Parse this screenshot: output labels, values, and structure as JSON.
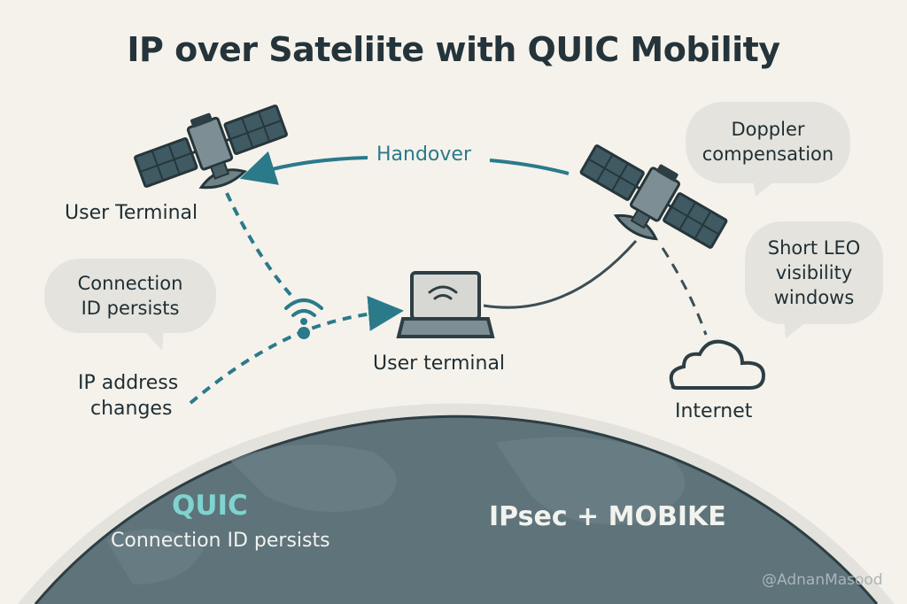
{
  "title": "IP over Sateliite with QUIC Mobility",
  "labels": {
    "handover": "Handover",
    "user_terminal_sat": "User Terminal",
    "user_terminal_laptop": "User terminal",
    "ip_address_changes_1": "IP address",
    "ip_address_changes_2": "changes",
    "internet": "Internet"
  },
  "bubbles": {
    "connection_id": [
      "Connection",
      "ID persists"
    ],
    "doppler": [
      "Doppler",
      "compensation"
    ],
    "short_leo": [
      "Short LEO",
      "visibility",
      "windows"
    ]
  },
  "earth": {
    "quic_title": "QUIC",
    "quic_sub": "Connection ID persists",
    "ipsec": "IPsec + MOBIKE"
  },
  "watermark": "@AdnanMasood",
  "colors": {
    "background": "#f5f2ec",
    "teal": "#2a7a8a",
    "dark": "#2d3e44",
    "earth": "#5e737a",
    "bubble": "#e4e3de",
    "quic": "#7fd3d0"
  }
}
